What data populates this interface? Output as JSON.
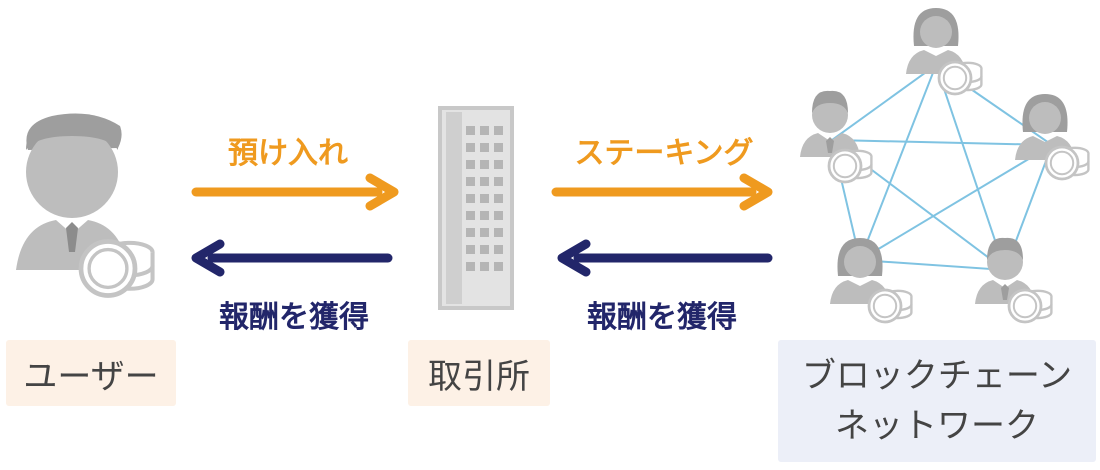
{
  "actors": {
    "user": {
      "label": "ユーザー"
    },
    "exchange": {
      "label": "取引所"
    },
    "network": {
      "label_line1": "ブロックチェーン",
      "label_line2": "ネットワーク"
    }
  },
  "flows": {
    "deposit": {
      "label": "預け入れ",
      "direction": "right",
      "color": "#ef9a1f"
    },
    "reward_from_exchange": {
      "label": "報酬を獲得",
      "direction": "left",
      "color": "#22266a"
    },
    "staking": {
      "label": "ステーキング",
      "direction": "right",
      "color": "#ef9a1f"
    },
    "reward_from_network": {
      "label": "報酬を獲得",
      "direction": "left",
      "color": "#22266a"
    }
  },
  "colors": {
    "icon_gray": "#bdbdbd",
    "network_line": "#7fc3e2",
    "user_box": "#fdf1e6",
    "network_box": "#eceff8"
  },
  "icons": [
    "businessman-icon",
    "coin-stack-icon",
    "building-icon",
    "network-node-icon"
  ]
}
